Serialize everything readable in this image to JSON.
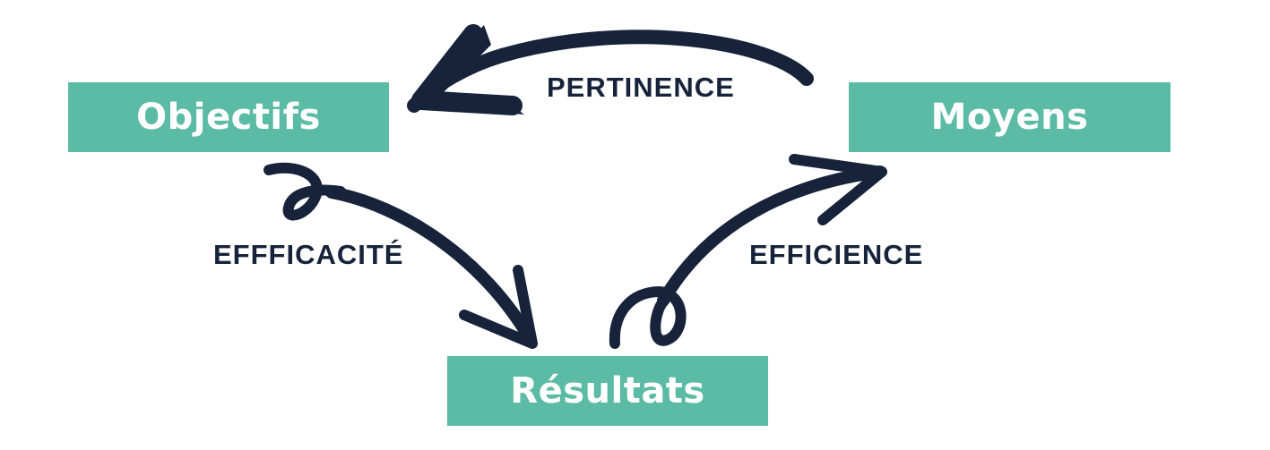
{
  "nodes": {
    "objectifs": "Objectifs",
    "moyens": "Moyens",
    "resultats": "Résultats"
  },
  "edges": {
    "pertinence": "PERTINENCE",
    "efficacite": "EFFFICACITÉ",
    "efficience": "EFFICIENCE"
  },
  "colors": {
    "box_fill": "#5bbba5",
    "box_text": "#ffffff",
    "arrow": "#16233a",
    "label": "#16233a"
  }
}
